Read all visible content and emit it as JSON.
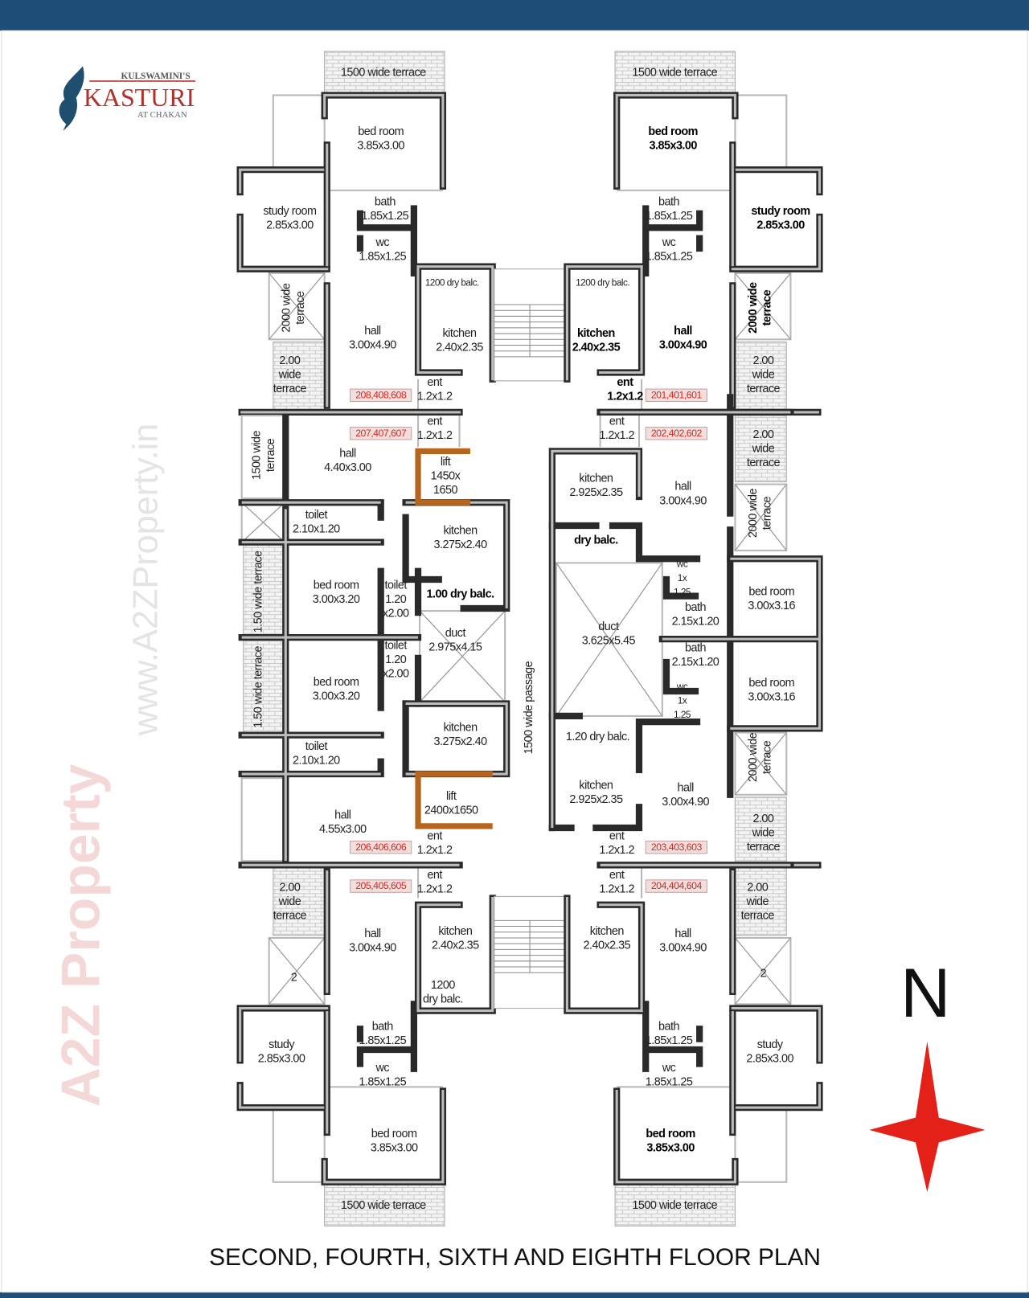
{
  "header_bar_color": "#1d4e78",
  "logo": {
    "top": "KULSWAMINI'S",
    "name": "KASTURI",
    "sub": "AT CHAKAN",
    "color_name": "#b0302a",
    "color_mark": "#1f4e6e"
  },
  "watermarks": {
    "top": "www.A2ZProperty.in",
    "bottom": "A2Z Property"
  },
  "title": "SECOND, FOURTH, SIXTH AND EIGHTH FLOOR PLAN",
  "compass": {
    "letter": "N",
    "icon": "north-star-icon",
    "color": "#e32119"
  },
  "wall_accent_lift": "#b5651d",
  "flat_number_color": "#d42a1e",
  "labels": [
    {
      "lines": [
        "1500 wide terrace"
      ]
    },
    {
      "lines": [
        "1500 wide terrace"
      ]
    },
    {
      "lines": [
        "1500 wide terrace"
      ]
    },
    {
      "lines": [
        "1500 wide terrace"
      ]
    },
    {
      "lines": [
        "bed room",
        "3.85x3.00"
      ]
    },
    {
      "lines": [
        "bed room",
        "3.85x3.00"
      ]
    },
    {
      "lines": [
        "study room",
        "2.85x3.00"
      ]
    },
    {
      "lines": [
        "study room",
        "2.85x3.00"
      ]
    },
    {
      "lines": [
        "bath",
        "1.85x1.25"
      ]
    },
    {
      "lines": [
        "bath",
        "1.85x1.25"
      ]
    },
    {
      "lines": [
        "wc",
        "1.85x1.25"
      ]
    },
    {
      "lines": [
        "wc",
        "1.85x1.25"
      ]
    },
    {
      "lines": [
        "1200 dry balc."
      ]
    },
    {
      "lines": [
        "1200 dry balc."
      ]
    },
    {
      "lines": [
        "2000 wide",
        "terrace"
      ]
    },
    {
      "lines": [
        "2000 wide",
        "terrace"
      ]
    },
    {
      "lines": [
        "hall",
        "3.00x4.90"
      ]
    },
    {
      "lines": [
        "hall",
        "3.00x4.90"
      ]
    },
    {
      "lines": [
        "kitchen",
        "2.40x2.35"
      ]
    },
    {
      "lines": [
        "kitchen",
        "2.40x2.35"
      ]
    },
    {
      "lines": [
        "2.00",
        "wide",
        "terrace"
      ]
    },
    {
      "lines": [
        "2.00",
        "wide",
        "terrace"
      ]
    },
    {
      "lines": [
        "ent",
        "1.2x1.2"
      ]
    },
    {
      "lines": [
        "ent",
        "1.2x1.2"
      ]
    },
    {
      "lines": [
        "208,408,608"
      ]
    },
    {
      "lines": [
        "201,401,601"
      ]
    },
    {
      "lines": [
        "207,407,607"
      ]
    },
    {
      "lines": [
        "ent",
        "1.2x1.2"
      ]
    },
    {
      "lines": [
        "ent",
        "1.2x1.2"
      ]
    },
    {
      "lines": [
        "202,402,602"
      ]
    },
    {
      "lines": [
        "2.00",
        "wide",
        "terrace"
      ]
    },
    {
      "lines": [
        "hall",
        "4.40x3.00"
      ]
    },
    {
      "lines": [
        "1500 wide",
        "terrace"
      ]
    },
    {
      "lines": [
        "lift",
        "1450x",
        "1650"
      ]
    },
    {
      "lines": [
        "toilet",
        "2.10x1.20"
      ]
    },
    {
      "lines": [
        "kitchen",
        "3.275x2.40"
      ]
    },
    {
      "lines": [
        "1.00 dry balc."
      ]
    },
    {
      "lines": [
        "bed room",
        "3.00x3.20"
      ]
    },
    {
      "lines": [
        "toilet",
        "1.20",
        "x2.00"
      ]
    },
    {
      "lines": [
        "1.50 wide terrace"
      ]
    },
    {
      "lines": [
        "duct",
        "2.975x4.15"
      ]
    },
    {
      "lines": [
        "toilet",
        "1.20",
        "x2.00"
      ]
    },
    {
      "lines": [
        "bed room",
        "3.00x3.20"
      ]
    },
    {
      "lines": [
        "1.50 wide terrace"
      ]
    },
    {
      "lines": [
        "kitchen",
        "3.275x2.40"
      ]
    },
    {
      "lines": [
        "toilet",
        "2.10x1.20"
      ]
    },
    {
      "lines": [
        "lift",
        "2400x1650"
      ]
    },
    {
      "lines": [
        "hall",
        "4.55x3.00"
      ]
    },
    {
      "lines": [
        "206,406,606"
      ]
    },
    {
      "lines": [
        "ent",
        "1.2x1.2"
      ]
    },
    {
      "lines": [
        "1500 wide passage"
      ]
    },
    {
      "lines": [
        "kitchen",
        "2.925x2.35"
      ]
    },
    {
      "lines": [
        "hall",
        "3.00x4.90"
      ]
    },
    {
      "lines": [
        "2000 wide",
        "terrace"
      ]
    },
    {
      "lines": [
        "dry balc."
      ]
    },
    {
      "lines": [
        "duct",
        "3.625x5.45"
      ]
    },
    {
      "lines": [
        "wc",
        "1x",
        "1.25"
      ]
    },
    {
      "lines": [
        "bath",
        "2.15x1.20"
      ]
    },
    {
      "lines": [
        "bed room",
        "3.00x3.16"
      ]
    },
    {
      "lines": [
        "bath",
        "2.15x1.20"
      ]
    },
    {
      "lines": [
        "wc",
        "1x",
        "1.25"
      ]
    },
    {
      "lines": [
        "bed room",
        "3.00x3.16"
      ]
    },
    {
      "lines": [
        "1.20 dry balc."
      ]
    },
    {
      "lines": [
        "kitchen",
        "2.925x2.35"
      ]
    },
    {
      "lines": [
        "hall",
        "3.00x4.90"
      ]
    },
    {
      "lines": [
        "2000 wide",
        "terrace"
      ]
    },
    {
      "lines": [
        "2.00",
        "wide",
        "terrace"
      ]
    },
    {
      "lines": [
        "ent",
        "1.2x1.2"
      ]
    },
    {
      "lines": [
        "203,403,603"
      ]
    },
    {
      "lines": [
        "205,405,605"
      ]
    },
    {
      "lines": [
        "ent",
        "1.2x1.2"
      ]
    },
    {
      "lines": [
        "204,404,604"
      ]
    },
    {
      "lines": [
        "ent",
        "1.2x1.2"
      ]
    },
    {
      "lines": [
        "2.00",
        "wide",
        "terrace"
      ]
    },
    {
      "lines": [
        "2.00",
        "wide",
        "terrace"
      ]
    },
    {
      "lines": [
        "hall",
        "3.00x4.90"
      ]
    },
    {
      "lines": [
        "kitchen",
        "2.40x2.35"
      ]
    },
    {
      "lines": [
        "1200",
        "dry balc."
      ]
    },
    {
      "lines": [
        "kitchen",
        "2.40x2.35"
      ]
    },
    {
      "lines": [
        "hall",
        "3.00x4.90"
      ]
    },
    {
      "lines": [
        "study",
        "2.85x3.00"
      ]
    },
    {
      "lines": [
        "study",
        "2.85x3.00"
      ]
    },
    {
      "lines": [
        "bath",
        "1.85x1.25"
      ]
    },
    {
      "lines": [
        "bath",
        "1.85x1.25"
      ]
    },
    {
      "lines": [
        "wc",
        "1.85x1.25"
      ]
    },
    {
      "lines": [
        "wc",
        "1.85x1.25"
      ]
    },
    {
      "lines": [
        "bed room",
        "3.85x3.00"
      ]
    },
    {
      "lines": [
        "bed room",
        "3.85x3.00"
      ]
    },
    {
      "lines": [
        "2"
      ]
    },
    {
      "lines": [
        "2"
      ]
    }
  ]
}
